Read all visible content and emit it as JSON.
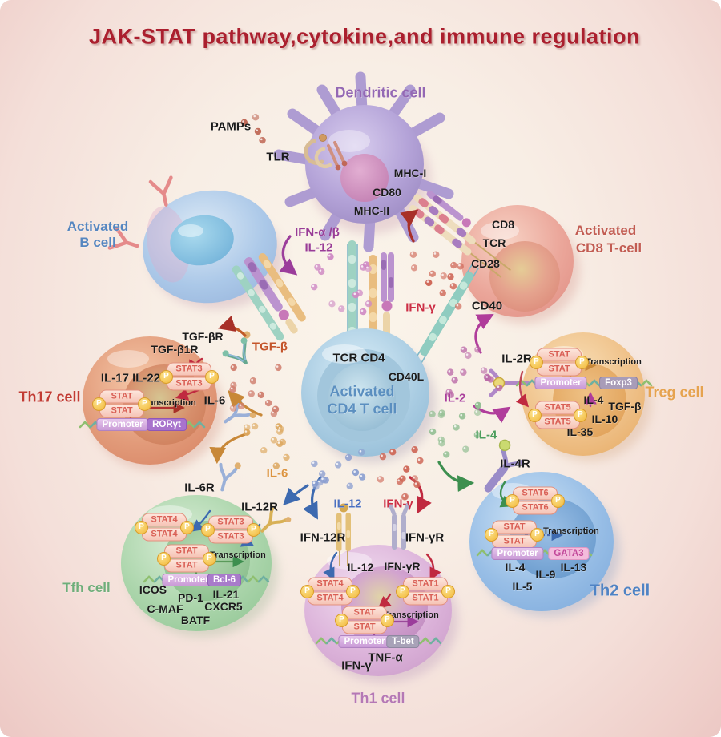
{
  "title": {
    "text": "JAK-STAT pathway,cytokine,and immune regulation",
    "color": "#ab1f2e"
  },
  "common": {
    "transcription": "Transcription",
    "promoter": "Promoter",
    "p": "P"
  },
  "dendritic": {
    "label": "Dendritic cell",
    "color": "#9468b4",
    "pamps": "PAMPs",
    "tlr": "TLR",
    "mhc1": "MHC-I",
    "cd80": "CD80",
    "mhc2": "MHC-II"
  },
  "b_cell": {
    "label_line1": "Activated",
    "label_line2": "B cell",
    "color": "#5586c0"
  },
  "cd8": {
    "label_line1": "Activated",
    "label_line2": "CD8 T-cell",
    "color": "#c25c52",
    "cd8": "CD8",
    "tcr": "TCR",
    "cd28": "CD28",
    "cd40": "CD40"
  },
  "cd4": {
    "label_line1": "Activated",
    "label_line2": "CD4 T cell",
    "color": "#5b8fc0",
    "tcr_cd4": "TCR CD4",
    "cd40l": "CD40L"
  },
  "cytokines": {
    "ifn_ab": "IFN-α /β",
    "il12_top": "IL-12",
    "ifng_top": "IFN-γ",
    "il2": "IL-2",
    "il2r": "IL-2R",
    "il4": "IL-4",
    "il4r": "IL-4R",
    "tgfb": "TGF-β",
    "il6": "IL-6",
    "il12": "IL-12",
    "ifng": "IFN-γ",
    "colors": {
      "il2": "#aa3f9b",
      "il4": "#4c9d5c",
      "il6": "#dc9440",
      "il12": "#4a6fc0",
      "ifng": "#cc2e44",
      "tgfb": "#c4552a",
      "ifn_ab": "#993c96"
    }
  },
  "th17": {
    "label": "Th17 cell",
    "color": "#c23b33",
    "tgfbr": "TGF-βR",
    "tgfb1r": "TGF-β1R",
    "il17_il22": "IL-17 IL-22",
    "il6": "IL-6",
    "stat3": "STAT3",
    "stat": "STAT",
    "gene": "RORγt"
  },
  "treg": {
    "label": "Treg cell",
    "color": "#e6a34f",
    "stat": "STAT",
    "stat5": "STAT5",
    "gene": "Foxp3",
    "il4": "IL-4",
    "tgfb": "TGF-β",
    "il10": "IL-10",
    "il35": "IL-35"
  },
  "tfh": {
    "label": "Tfh cell",
    "color": "#6fae7a",
    "il6r": "IL-6R",
    "il12r": "IL-12R",
    "stat4": "STAT4",
    "stat3": "STAT3",
    "stat": "STAT",
    "gene": "Bcl-6",
    "icos": "ICOS",
    "pd1": "PD-1",
    "il21": "IL-21",
    "cmaf": "C-MAF",
    "cxcr5": "CXCR5",
    "batf": "BATF"
  },
  "th1": {
    "label": "Th1 cell",
    "color": "#b578b5",
    "ifn12r": "IFN-12R",
    "ifngr": "IFN-γR",
    "il12_in": "IL-12",
    "ifngr_in": "IFN-γR",
    "stat4": "STAT4",
    "stat1": "STAT1",
    "stat": "STAT",
    "gene": "T-bet",
    "tnfa": "TNF-α",
    "ifng": "IFN-γ"
  },
  "th2": {
    "label": "Th2 cell",
    "color": "#4f83c4",
    "stat6": "STAT6",
    "stat": "STAT",
    "gene": "GATA3",
    "il4": "IL-4",
    "il5": "IL-5",
    "il9": "IL-9",
    "il13": "IL-13"
  }
}
